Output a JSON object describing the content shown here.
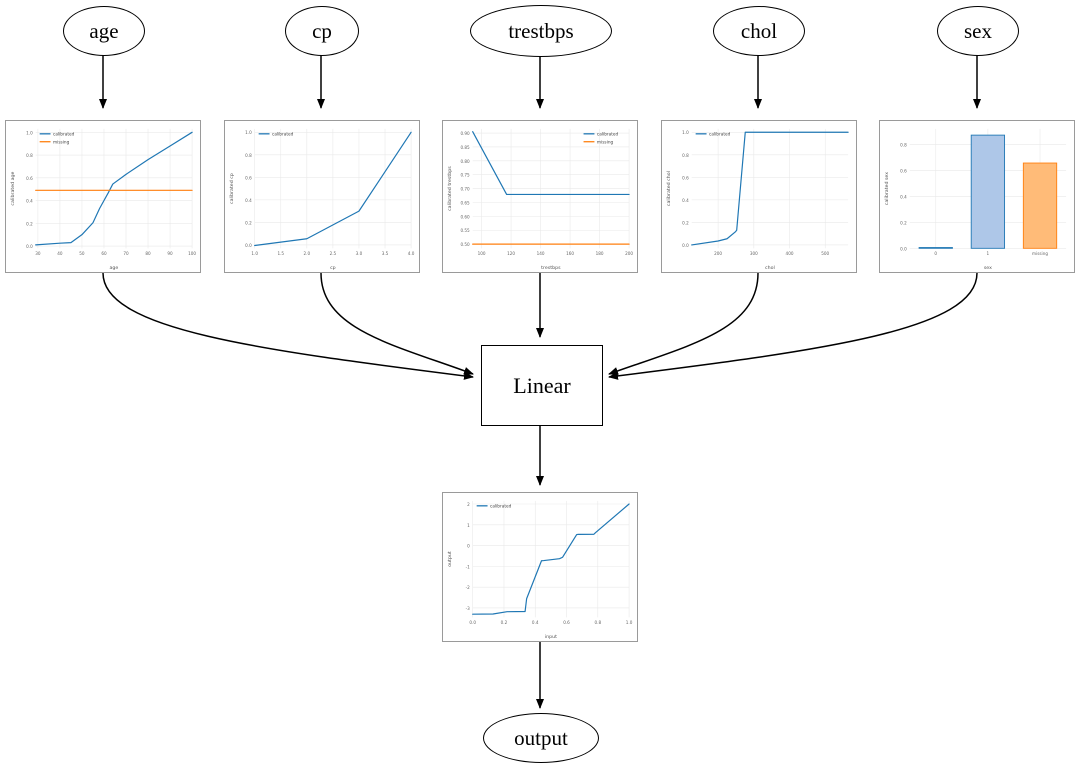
{
  "graph": {
    "title": "calibrated linear model graph",
    "input_nodes": [
      {
        "id": "age",
        "label": "age"
      },
      {
        "id": "cp",
        "label": "cp"
      },
      {
        "id": "trestbps",
        "label": "trestbps"
      },
      {
        "id": "chol",
        "label": "chol"
      },
      {
        "id": "sex",
        "label": "sex"
      }
    ],
    "linear_node": {
      "id": "linear",
      "label": "Linear"
    },
    "output_node": {
      "id": "output",
      "label": "output"
    }
  },
  "legend": {
    "calibrated": "calibrated",
    "missing": "missing"
  },
  "colors": {
    "calibrated": "#1f77b4",
    "missing": "#ff7f0e",
    "calibrated_fill": "#aec7e8",
    "missing_fill": "#ffbb78",
    "grid": "#e9e9e9",
    "panel_border": "#9a9a9a",
    "edge": "#000000"
  },
  "chart_data": [
    {
      "id": "age",
      "type": "line",
      "title": "",
      "xlabel": "age",
      "ylabel": "calibrated age",
      "xlim": [
        29,
        100
      ],
      "ylim": [
        -0.02,
        1.03
      ],
      "xticks": [
        30,
        40,
        50,
        60,
        70,
        80,
        90,
        100
      ],
      "yticks": [
        0.0,
        0.2,
        0.4,
        0.6,
        0.8,
        1.0
      ],
      "xticklabels": [
        "30",
        "40",
        "50",
        "60",
        "70",
        "80",
        "90",
        "100"
      ],
      "yticklabels": [
        "0.0",
        "0.2",
        "0.4",
        "0.6",
        "0.8",
        "1.0"
      ],
      "grid": true,
      "legend": [
        "calibrated",
        "missing"
      ],
      "legend_position": "upper-left",
      "series": [
        {
          "name": "calibrated",
          "color": "#1f77b4",
          "x": [
            29,
            40,
            45,
            50,
            55,
            58,
            62,
            64,
            70,
            80,
            90,
            100
          ],
          "y": [
            0.01,
            0.025,
            0.03,
            0.1,
            0.205,
            0.33,
            0.47,
            0.545,
            0.63,
            0.76,
            0.88,
            1.0
          ]
        },
        {
          "name": "missing",
          "color": "#ff7f0e",
          "x": [
            29,
            100
          ],
          "y": [
            0.49,
            0.49
          ]
        }
      ]
    },
    {
      "id": "cp",
      "type": "line",
      "title": "",
      "xlabel": "cp",
      "ylabel": "calibrated cp",
      "xlim": [
        1.0,
        4.0
      ],
      "ylim": [
        -0.03,
        1.03
      ],
      "xticks": [
        1.0,
        1.5,
        2.0,
        2.5,
        3.0,
        3.5,
        4.0
      ],
      "yticks": [
        0.0,
        0.2,
        0.4,
        0.6,
        0.8,
        1.0
      ],
      "xticklabels": [
        "1.0",
        "1.5",
        "2.0",
        "2.5",
        "3.0",
        "3.5",
        "4.0"
      ],
      "yticklabels": [
        "0.0",
        "0.2",
        "0.4",
        "0.6",
        "0.8",
        "1.0"
      ],
      "grid": true,
      "legend": [
        "calibrated"
      ],
      "legend_position": "upper-left",
      "series": [
        {
          "name": "calibrated",
          "color": "#1f77b4",
          "x": [
            1.0,
            2.0,
            3.0,
            4.0
          ],
          "y": [
            -0.005,
            0.055,
            0.3,
            1.0
          ]
        }
      ]
    },
    {
      "id": "trestbps",
      "type": "line",
      "title": "",
      "xlabel": "trestbps",
      "ylabel": "calibrated trestbps",
      "xlim": [
        94,
        200
      ],
      "ylim": [
        0.485,
        0.915
      ],
      "xticks": [
        100,
        120,
        140,
        160,
        180,
        200
      ],
      "yticks": [
        0.5,
        0.55,
        0.6,
        0.65,
        0.7,
        0.75,
        0.8,
        0.85,
        0.9
      ],
      "xticklabels": [
        "100",
        "120",
        "140",
        "160",
        "180",
        "200"
      ],
      "yticklabels": [
        "0.50",
        "0.55",
        "0.60",
        "0.65",
        "0.70",
        "0.75",
        "0.80",
        "0.85",
        "0.90"
      ],
      "grid": true,
      "legend": [
        "calibrated",
        "missing"
      ],
      "legend_position": "upper-right",
      "series": [
        {
          "name": "calibrated",
          "color": "#1f77b4",
          "x": [
            94,
            117,
            200
          ],
          "y": [
            0.905,
            0.679,
            0.679
          ]
        },
        {
          "name": "missing",
          "color": "#ff7f0e",
          "x": [
            94,
            200
          ],
          "y": [
            0.5,
            0.5
          ]
        }
      ]
    },
    {
      "id": "chol",
      "type": "line",
      "title": "",
      "xlabel": "chol",
      "ylabel": "calibrated chol",
      "xlim": [
        126,
        564
      ],
      "ylim": [
        -0.03,
        1.03
      ],
      "xticks": [
        200,
        300,
        400,
        500
      ],
      "yticks": [
        0.0,
        0.2,
        0.4,
        0.6,
        0.8,
        1.0
      ],
      "xticklabels": [
        "200",
        "300",
        "400",
        "500"
      ],
      "yticklabels": [
        "0.0",
        "0.2",
        "0.4",
        "0.6",
        "0.8",
        "1.0"
      ],
      "grid": true,
      "legend": [
        "calibrated"
      ],
      "legend_position": "upper-left",
      "series": [
        {
          "name": "calibrated",
          "color": "#1f77b4",
          "x": [
            126,
            200,
            225,
            248,
            252,
            276,
            564
          ],
          "y": [
            0.0,
            0.035,
            0.055,
            0.115,
            0.13,
            1.0,
            1.0
          ]
        }
      ]
    },
    {
      "id": "sex",
      "type": "bar",
      "title": "",
      "xlabel": "sex",
      "ylabel": "calibrated sex",
      "categories": [
        "0",
        "1",
        "missing"
      ],
      "values": [
        0.006,
        0.872,
        0.657
      ],
      "bar_colors": [
        "#1f77b4",
        "#aec7e8",
        "#ffbb78"
      ],
      "bar_edge_colors": [
        "#1f77b4",
        "#1f77b4",
        "#ff7f0e"
      ],
      "ylim": [
        0.0,
        0.92
      ],
      "yticks": [
        0.0,
        0.2,
        0.4,
        0.6,
        0.8
      ],
      "yticklabels": [
        "0.0",
        "0.2",
        "0.4",
        "0.6",
        "0.8"
      ],
      "grid": true,
      "legend": [],
      "legend_position": "none"
    },
    {
      "id": "output",
      "type": "line",
      "title": "",
      "xlabel": "input",
      "ylabel": "output",
      "xlim": [
        0.0,
        1.0
      ],
      "ylim": [
        -3.45,
        2.15
      ],
      "xticks": [
        0.0,
        0.2,
        0.4,
        0.6,
        0.8,
        1.0
      ],
      "yticks": [
        -3,
        -2,
        -1,
        0,
        1,
        2
      ],
      "xticklabels": [
        "0.0",
        "0.2",
        "0.4",
        "0.6",
        "0.8",
        "1.0"
      ],
      "yticklabels": [
        "-3",
        "-2",
        "-1",
        "0",
        "1",
        "2"
      ],
      "grid": true,
      "legend": [
        "calibrated"
      ],
      "legend_position": "upper-left",
      "series": [
        {
          "name": "calibrated",
          "color": "#1f77b4",
          "x": [
            0.0,
            0.13,
            0.22,
            0.335,
            0.345,
            0.44,
            0.455,
            0.555,
            0.575,
            0.665,
            0.675,
            0.775,
            0.785,
            1.0
          ],
          "y": [
            -3.3,
            -3.29,
            -3.18,
            -3.17,
            -2.55,
            -0.73,
            -0.72,
            -0.63,
            -0.56,
            0.53,
            0.54,
            0.545,
            0.62,
            2.0
          ]
        }
      ]
    }
  ]
}
